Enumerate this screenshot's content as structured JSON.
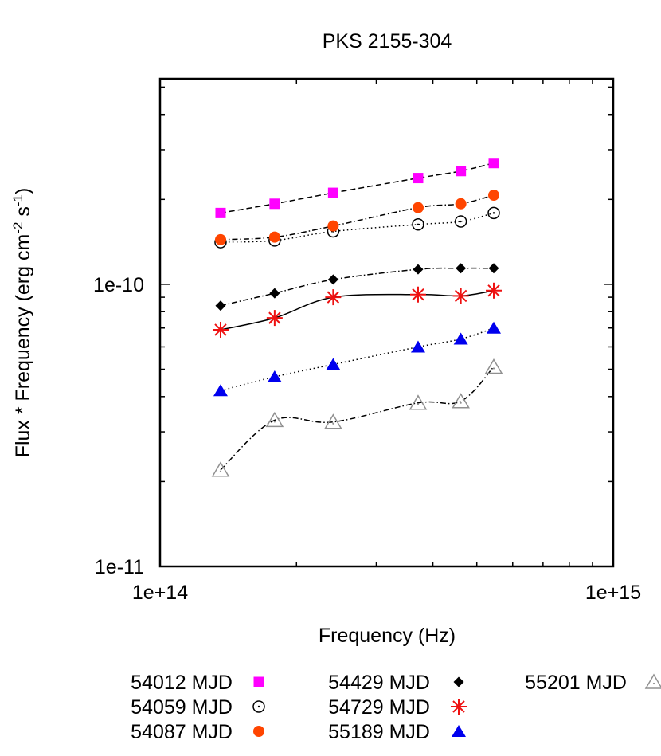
{
  "chart_data": {
    "type": "scatter",
    "title": "PKS 2155-304",
    "xlabel": "Frequency (Hz)",
    "ylabel": {
      "parts": [
        {
          "text": "Flux * Frequency  (erg cm",
          "sup": false
        },
        {
          "text": "-2",
          "sup": true
        },
        {
          "text": " s",
          "sup": false
        },
        {
          "text": "-1",
          "sup": true
        },
        {
          "text": ")",
          "sup": false
        }
      ]
    },
    "x_scale": "log",
    "y_scale": "log",
    "xlim": [
      100000000000000.0,
      1000000000000000.0
    ],
    "ylim": [
      1e-11,
      5.35e-10
    ],
    "x_ticks": [
      {
        "value": 100000000000000.0,
        "label": "1e+14"
      },
      {
        "value": 1000000000000000.0,
        "label": "1e+15"
      }
    ],
    "y_ticks": [
      {
        "value": 1e-11,
        "label": "1e-11"
      },
      {
        "value": 1e-10,
        "label": "1e-10"
      }
    ],
    "grid": false,
    "legend_position": "bottom",
    "x": [
      136000000000000.0,
      179000000000000.0,
      241000000000000.0,
      371000000000000.0,
      461000000000000.0,
      545000000000000.0
    ],
    "series": [
      {
        "name": "54012 MJD",
        "marker": "square",
        "color": "#ff00ff",
        "line_style": "dashed",
        "values": [
          1.79e-10,
          1.93e-10,
          2.11e-10,
          2.38e-10,
          2.52e-10,
          2.69e-10
        ]
      },
      {
        "name": "54059 MJD",
        "marker": "open-circle",
        "color": "#000000",
        "line_style": "dotted",
        "values": [
          1.41e-10,
          1.43e-10,
          1.54e-10,
          1.63e-10,
          1.67e-10,
          1.79e-10
        ]
      },
      {
        "name": "54087 MJD",
        "marker": "filled-circle",
        "color": "#ff4500",
        "line_style": "dash-dot",
        "values": [
          1.44e-10,
          1.47e-10,
          1.61e-10,
          1.87e-10,
          1.93e-10,
          2.07e-10
        ]
      },
      {
        "name": "54429 MJD",
        "marker": "diamond",
        "color": "#000000",
        "line_style": "dash-dot",
        "values": [
          8.4e-11,
          9.3e-11,
          1.04e-10,
          1.13e-10,
          1.14e-10,
          1.14e-10
        ]
      },
      {
        "name": "54729 MJD",
        "marker": "asterisk",
        "color": "#ee1111",
        "line_style": "solid",
        "values": [
          6.9e-11,
          7.6e-11,
          9e-11,
          9.2e-11,
          9.1e-11,
          9.5e-11
        ]
      },
      {
        "name": "55189 MJD",
        "marker": "filled-triangle",
        "color": "#0000ee",
        "line_style": "dotted",
        "values": [
          4.2e-11,
          4.7e-11,
          5.2e-11,
          6e-11,
          6.4e-11,
          7e-11
        ]
      },
      {
        "name": "55201 MJD",
        "marker": "open-triangle",
        "color": "#909090",
        "line_style": "dash-dot",
        "values": [
          2.2e-11,
          3.3e-11,
          3.25e-11,
          3.8e-11,
          3.85e-11,
          5.1e-11
        ]
      }
    ]
  }
}
